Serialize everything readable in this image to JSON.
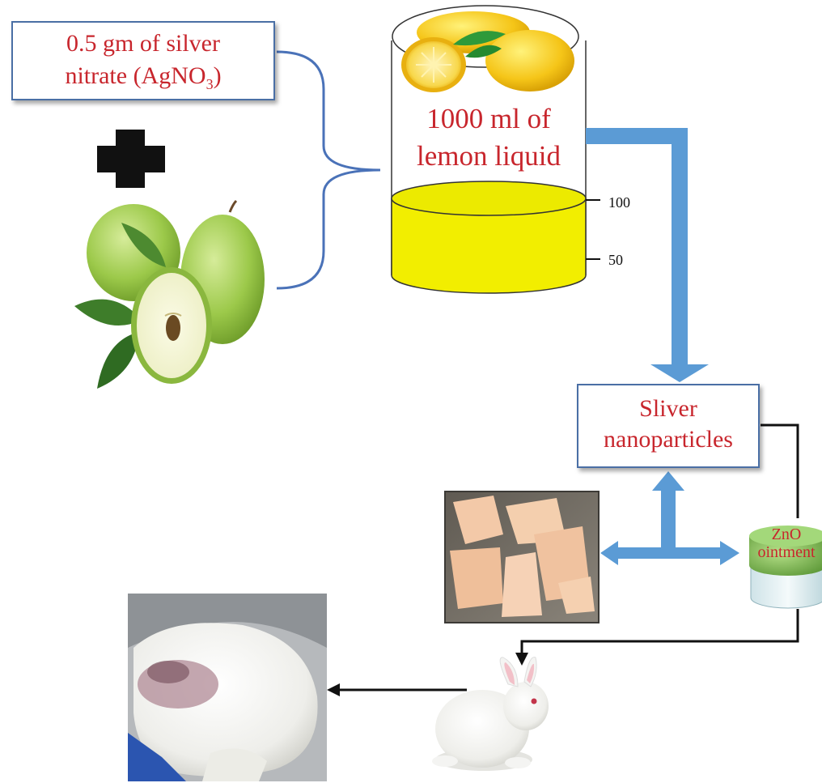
{
  "silver_box": {
    "line1": "0.5 gm of silver",
    "line2_prefix": "nitrate (AgNO",
    "line2_sub": "3",
    "line2_suffix": ")"
  },
  "beaker": {
    "label_line1": "1000 ml of",
    "label_line2": "lemon liquid",
    "liquid_level": 100,
    "ticks": [
      "100",
      "50"
    ]
  },
  "nanoparticles_box": {
    "line1": "Sliver",
    "line2": "nanoparticles"
  },
  "ointment_jar": {
    "line1": "ZnO",
    "line2": "ointment"
  },
  "colors": {
    "label_red": "#c8262d",
    "arrow_blue": "#5b9bd5",
    "bracket_blue": "#4a72b8",
    "liquid_yellow": "#f2ee00",
    "line_black": "#111111"
  },
  "icons": [
    "plus-icon",
    "green-apple-image",
    "lemon-image",
    "chicken-skin-image",
    "white-rabbit-image",
    "rabbit-wound-image",
    "ointment-jar-icon"
  ]
}
